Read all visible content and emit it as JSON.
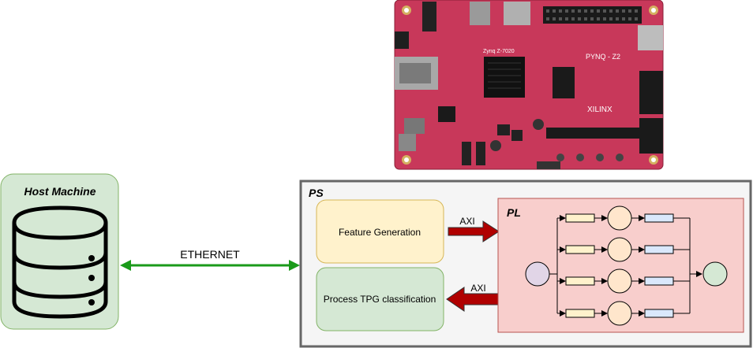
{
  "host": {
    "title": "Host Machine",
    "icon": "database-icon"
  },
  "link": {
    "label": "ETHERNET",
    "color": "#1a9a1a"
  },
  "board": {
    "chip_label": "Zynq Z-7020",
    "brand_label": "PYNQ - Z2",
    "vendor_label": "XILINX",
    "icon": "pynq-z2-board-image"
  },
  "ps": {
    "title": "PS",
    "feature_block": "Feature Generation",
    "process_block": "Process TPG classification"
  },
  "axi": {
    "top_label": "AXI",
    "bottom_label": "AXI",
    "arrow_color": "#b00000"
  },
  "pl": {
    "title": "PL",
    "pipelines": 4
  },
  "colors": {
    "host_fill": "#d5e8d4",
    "host_stroke": "#82b366",
    "ps_fill": "#f5f5f5",
    "ps_stroke": "#666666",
    "pl_fill": "#f8cecc",
    "pl_stroke": "#b85450",
    "feature_fill": "#fff2cc",
    "feature_stroke": "#d6b656",
    "process_fill": "#d5e8d4",
    "process_stroke": "#82b366",
    "input_node": "#e1d5e7",
    "output_node": "#d5e8d4",
    "neuron_fill": "#ffe6cc",
    "weight_fill": "#fff2cc",
    "act_fill": "#dae8fc",
    "pcb": "#c8385a"
  }
}
